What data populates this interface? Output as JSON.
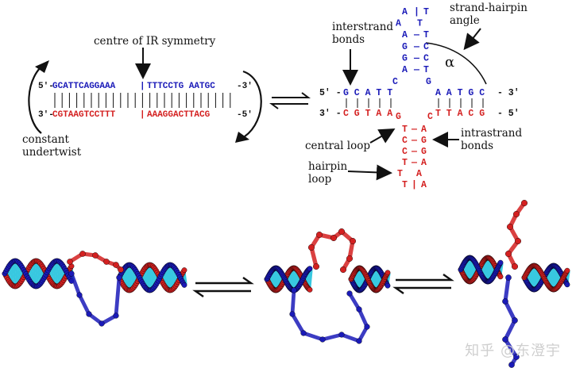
{
  "linear": {
    "label_centre": "centre of IR symmetry",
    "label_undertwist": [
      "constant",
      "undertwist"
    ],
    "top_prefix": "5'-",
    "top_blue": "GCATTCAGGAAA",
    "top_bar": "|",
    "top_blue2": "TTTCCTG AATGC",
    "top_suffix": "-3'",
    "bot_prefix": "3'-",
    "bot_red": "CGTAAGTCCTTT",
    "bot_bar": "|",
    "bot_red2": "AAAGGACTTACG",
    "bot_suffix": "-5'"
  },
  "cruciform": {
    "label_interstrand": [
      "interstrand",
      "bonds"
    ],
    "label_angle": [
      "strand-hairpin",
      "angle"
    ],
    "alpha": "α",
    "label_central": "central loop",
    "label_intrastrand": [
      "intrastrand",
      "bonds"
    ],
    "label_hairpin": [
      "hairpin",
      "loop"
    ],
    "left_top_prefix": "5' -",
    "left_top_seq": "G C A T T",
    "left_bot_prefix": "3' -",
    "left_bot_seq": "C G T A A",
    "right_top_seq": "A A T G C",
    "right_top_suffix": "- 3'",
    "right_bot_seq": "T T A C G",
    "right_bot_suffix": "- 5'",
    "upper_hairpin": [
      [
        "A",
        "|",
        "T"
      ],
      [
        "A",
        "",
        "T"
      ],
      [
        "A",
        "—",
        "T"
      ],
      [
        "G",
        "—",
        "C"
      ],
      [
        "G",
        "—",
        "C"
      ],
      [
        "A",
        "—",
        "T"
      ]
    ],
    "upper_stem_ends": [
      "C",
      "G"
    ],
    "lower_stem_ends": [
      "G",
      "C"
    ],
    "lower_hairpin": [
      [
        "T",
        "—",
        "A"
      ],
      [
        "C",
        "—",
        "G"
      ],
      [
        "C",
        "—",
        "G"
      ],
      [
        "T",
        "—",
        "A"
      ],
      [
        "T",
        "",
        "A"
      ],
      [
        "T",
        "|",
        "A"
      ]
    ]
  },
  "watermark": "知乎 @东澄宇",
  "colors": {
    "blue": "#1a1ab8",
    "red": "#d42020",
    "cyan": "#38c8e0"
  }
}
